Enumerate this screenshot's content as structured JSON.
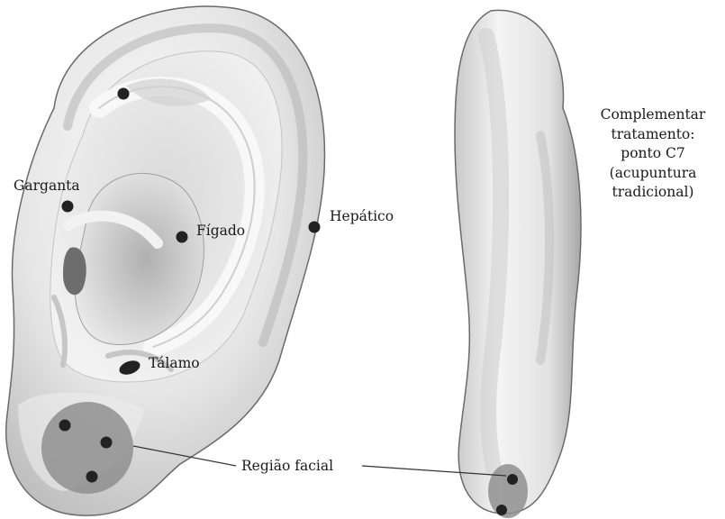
{
  "labels": {
    "garganta": "Garganta",
    "figado": "Fígado",
    "hepatico": "Hepático",
    "talamo": "Tálamo",
    "regiao_facial": "Região facial"
  },
  "note_lines": [
    "Complementar",
    "tratamento:",
    "ponto C7",
    "(acupuntura",
    "tradicional)"
  ],
  "colors": {
    "skin_light": "#f4f4f4",
    "skin_mid": "#d8d8d8",
    "skin_shadow": "#9a9a9a",
    "outline": "#3a3a3a",
    "point": "#222222",
    "facial_region": "#8d8d8d"
  }
}
